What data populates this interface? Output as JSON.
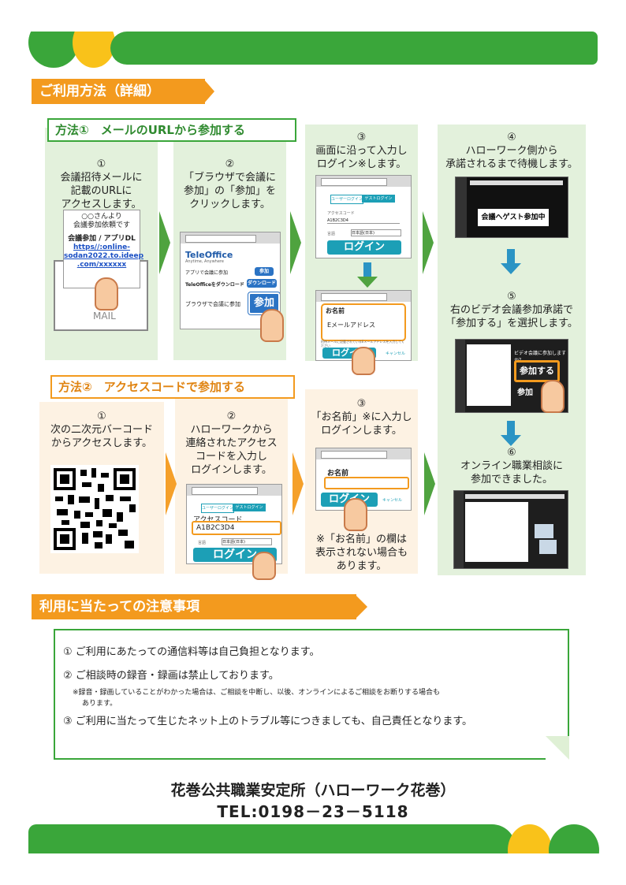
{
  "sections": {
    "usage_title": "ご利用方法（詳細）",
    "notes_title": "利用に当たっての注意事項"
  },
  "method1": {
    "label": "方法①　メールのURLから参加する",
    "step1": {
      "num": "①",
      "lines": [
        "会議招待メールに",
        "記載のURLに",
        "アクセスします。"
      ]
    },
    "mail": {
      "line1": "○○さんより",
      "line2": "会議参加依頼です",
      "bold": "会議参加 / アプリDL",
      "link1": "https//:online-",
      "link2": "sodan2022.to.ideep",
      "link3": ".com/xxxxxx",
      "envelope": "MAIL"
    },
    "step2": {
      "num": "②",
      "lines": [
        "「ブラウザで会議に",
        "参加」の「参加」を",
        "クリックします。"
      ]
    },
    "shot2": {
      "brand": "TeleOffice",
      "brand_sub": "Anytime, Anywhere",
      "row1": "アプリで会議に参加",
      "btn1": "参加",
      "row2": "TeleOfficeをダウンロード",
      "btn2": "ダウンロード",
      "row3": "ブラウザで会議に参加",
      "btn3": "参加"
    },
    "step3": {
      "num": "③",
      "lines": [
        "画面に沿って入力し",
        "ログイン※します。"
      ]
    },
    "shot3": {
      "tab1": "ユーザーログイン",
      "tab2": "ゲストログイン",
      "field1": "アクセスコード",
      "value1": "A1B2C3D4",
      "field2": "言語",
      "value2": "日本語(日本)",
      "login": "ログイン"
    },
    "shot3b": {
      "name": "お名前",
      "email": "Eメールアドレス",
      "small": "招待メールに記載されているEメールアドレスを入力してください",
      "login": "ログイン",
      "cancel": "キャンセル"
    }
  },
  "right": {
    "step4": {
      "num": "④",
      "lines": [
        "ハローワーク側から",
        "承諾されるまで待機します。"
      ]
    },
    "shot4": {
      "text": "会議へゲスト参加中"
    },
    "step5": {
      "num": "⑤",
      "lines": [
        "右のビデオ会議参加承諾で",
        "「参加する」を選択します。"
      ]
    },
    "shot5": {
      "question": "ビデオ会議に参加しますか？",
      "btn1": "参加する",
      "btn2": "参加"
    },
    "step6": {
      "num": "⑥",
      "lines": [
        "オンライン職業相談に",
        "参加できました。"
      ]
    }
  },
  "method2": {
    "label": "方法②　アクセスコードで参加する",
    "step1": {
      "num": "①",
      "lines": [
        "次の二次元バーコード",
        "からアクセスします。"
      ]
    },
    "step2": {
      "num": "②",
      "lines": [
        "ハローワークから",
        "連絡されたアクセス",
        "コードを入力し",
        "ログインします。"
      ]
    },
    "shot2": {
      "tab1": "ユーザーログイン",
      "tab2": "ゲストログイン",
      "field": "アクセスコード",
      "value": "A1B2C3D4",
      "lang": "言語",
      "lang_value": "日本語(日本)",
      "login": "ログイン"
    },
    "step3": {
      "num": "③",
      "lines": [
        "「お名前」※に入力し",
        "ログインします。"
      ]
    },
    "shot3": {
      "name": "お名前",
      "login": "ログイン",
      "cancel": "キャンセル"
    },
    "note": {
      "lines": [
        "※「お名前」の欄は",
        "表示されない場合も",
        "あります。"
      ]
    }
  },
  "notes": {
    "n1": "① ご利用にあたっての通信料等は自己負担となります。",
    "n2": "② ご相談時の録音・録画は禁止しております。",
    "n2_small1": "※録音・録画していることがわかった場合は、ご相談を中断し、以後、オンラインによるご相談をお断りする場合も",
    "n2_small2": "あります。",
    "n3": "③ ご利用に当たって生じたネット上のトラブル等につきましても、自己責任となります。"
  },
  "footer": {
    "org": "花巻公共職業安定所（ハローワーク花巻）",
    "tel": "TEL:0198－23－5118"
  },
  "colors": {
    "green": "#3aa63a",
    "orange": "#f39a1e",
    "yellow": "#f9c21a",
    "teal": "#1c9fb6"
  }
}
